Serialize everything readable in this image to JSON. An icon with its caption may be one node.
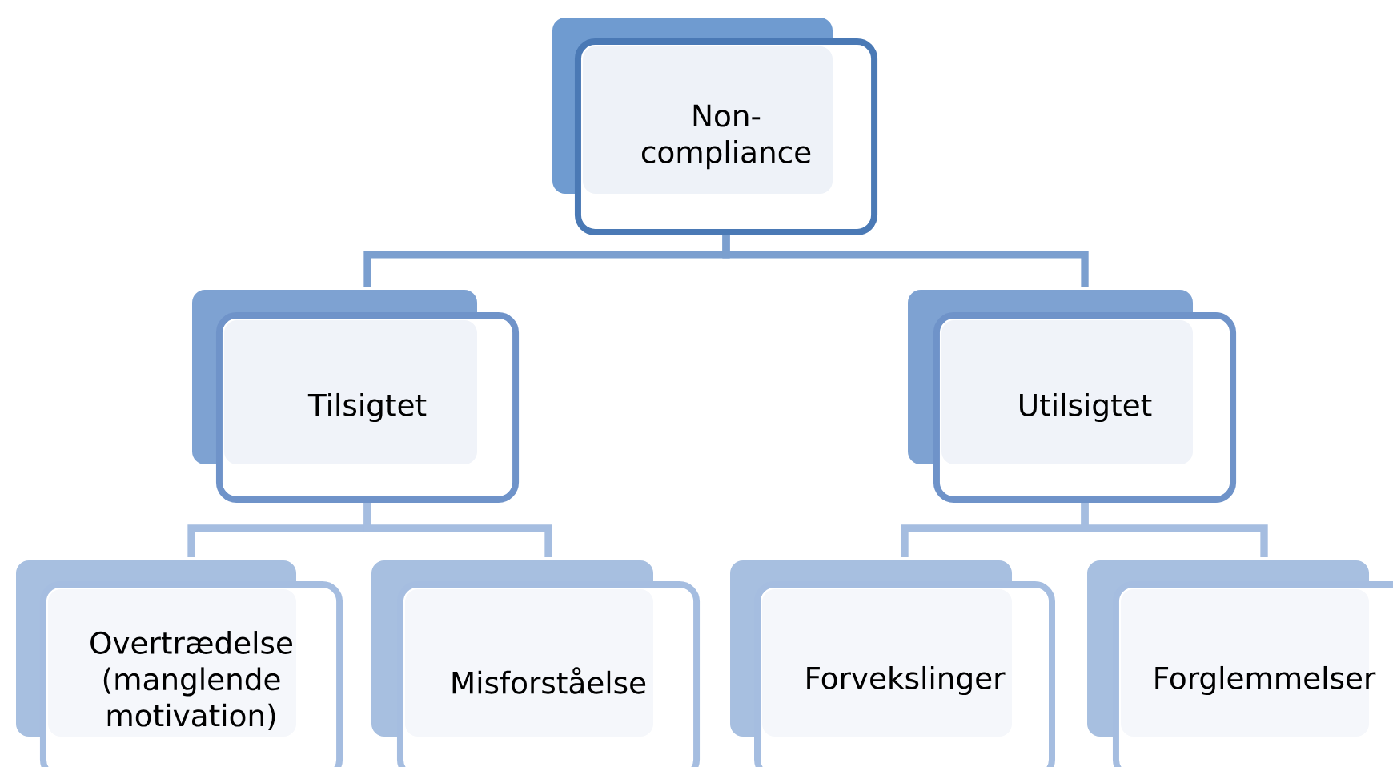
{
  "diagram": {
    "nodes": [
      {
        "text": [
          "Non-compliance"
        ]
      },
      {
        "text": [
          "Tilsigtet"
        ]
      },
      {
        "text": [
          "Utilsigtet"
        ]
      },
      {
        "text": [
          "Overtrædelse (manglende motivation)"
        ]
      },
      {
        "text": [
          "Misforståelse"
        ]
      },
      {
        "text": [
          "Forvekslinger"
        ]
      },
      {
        "text": [
          "Forglemmelser"
        ]
      }
    ],
    "edges": [
      {
        "from": 0,
        "to": 1,
        "arrow": "none",
        "color": "#7b9fcf"
      },
      {
        "from": 0,
        "to": 2,
        "arrow": "none",
        "color": "#7b9fcf"
      },
      {
        "from": 1,
        "to": 3,
        "arrow": "none"
      },
      {
        "from": 1,
        "to": 4,
        "arrow": "none"
      },
      {
        "from": 2,
        "to": 5,
        "arrow": "none"
      },
      {
        "from": 2,
        "to": 6,
        "arrow": "none"
      }
    ]
  }
}
